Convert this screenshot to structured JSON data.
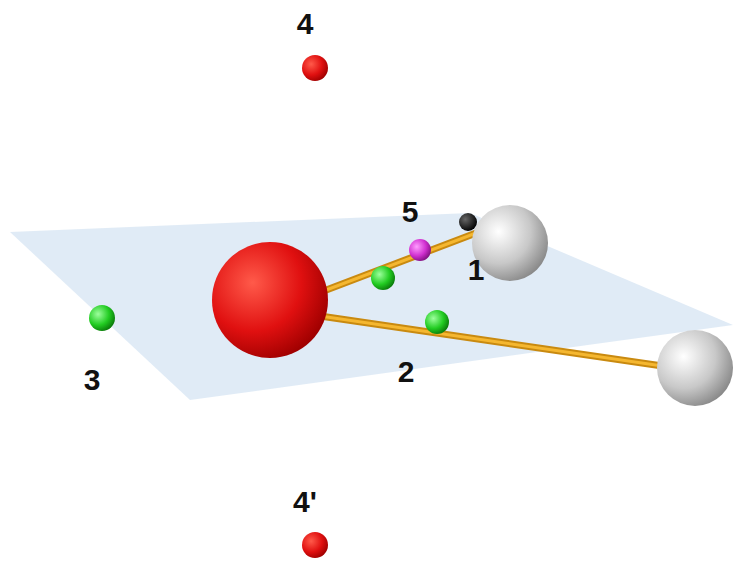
{
  "diagram": {
    "labels": [
      "4",
      "5",
      "1",
      "3",
      "2",
      "4'"
    ]
  }
}
